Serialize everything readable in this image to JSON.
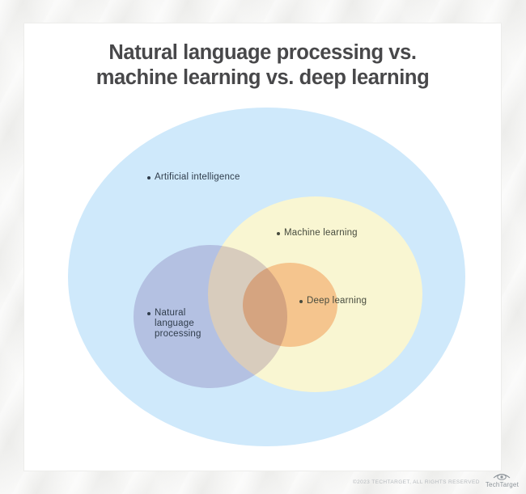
{
  "title": {
    "line1": "Natural language processing vs.",
    "line2": "machine learning vs. deep learning"
  },
  "diagram": {
    "type": "venn",
    "sets": [
      {
        "id": "ai",
        "label": "Artificial intelligence",
        "fill": "#cfe9fb",
        "contains": [
          "ml",
          "dl",
          "nlp"
        ]
      },
      {
        "id": "ml",
        "label": "Machine learning",
        "fill": "#f9f6d2",
        "contains": [
          "dl"
        ]
      },
      {
        "id": "dl",
        "label": "Deep learning",
        "fill": "#f4c58c",
        "overlaps": [
          "nlp"
        ]
      },
      {
        "id": "nlp",
        "label": "Natural language processing",
        "fill": "#b5c2e2",
        "overlaps": [
          "ml",
          "dl"
        ]
      }
    ],
    "overlap_colors": {
      "nlp_ml": "#d8cdbc",
      "nlp_dl_ml": "#d4a47e"
    },
    "bullet_glyph": "•"
  },
  "footer": {
    "copyright": "©2023 TECHTARGET, ALL RIGHTS RESERVED",
    "brand": "TechTarget",
    "logo": "eye-icon"
  },
  "colors": {
    "page_background": "#f3f3f1",
    "card_background": "#ffffff",
    "title_text": "#48484a",
    "label_on_blue": "#2f3c4b",
    "label_on_yellow": "#474b3e",
    "footer_text": "#b6babe",
    "brand_gray": "#8d949a"
  }
}
